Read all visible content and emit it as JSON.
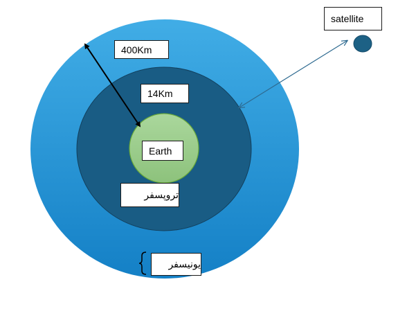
{
  "labels": {
    "satellite": "satellite",
    "outer_distance": "400Km",
    "inner_distance": "14Km",
    "earth": "Earth",
    "troposphere": "تروپسفر",
    "ionosphere": "یونیسفر"
  },
  "colors": {
    "outer_layer_light": "#41ade6",
    "outer_layer_dark": "#1480c6",
    "inner_layer": "#195c84",
    "inner_layer_stroke": "#123f5c",
    "earth_light": "#aad79c",
    "earth_dark": "#8dc27c",
    "earth_stroke": "#6aaa3a",
    "satellite": "#1d6185",
    "pointer_arrow": "#2e6a90",
    "measure_arrow": "#000000"
  }
}
